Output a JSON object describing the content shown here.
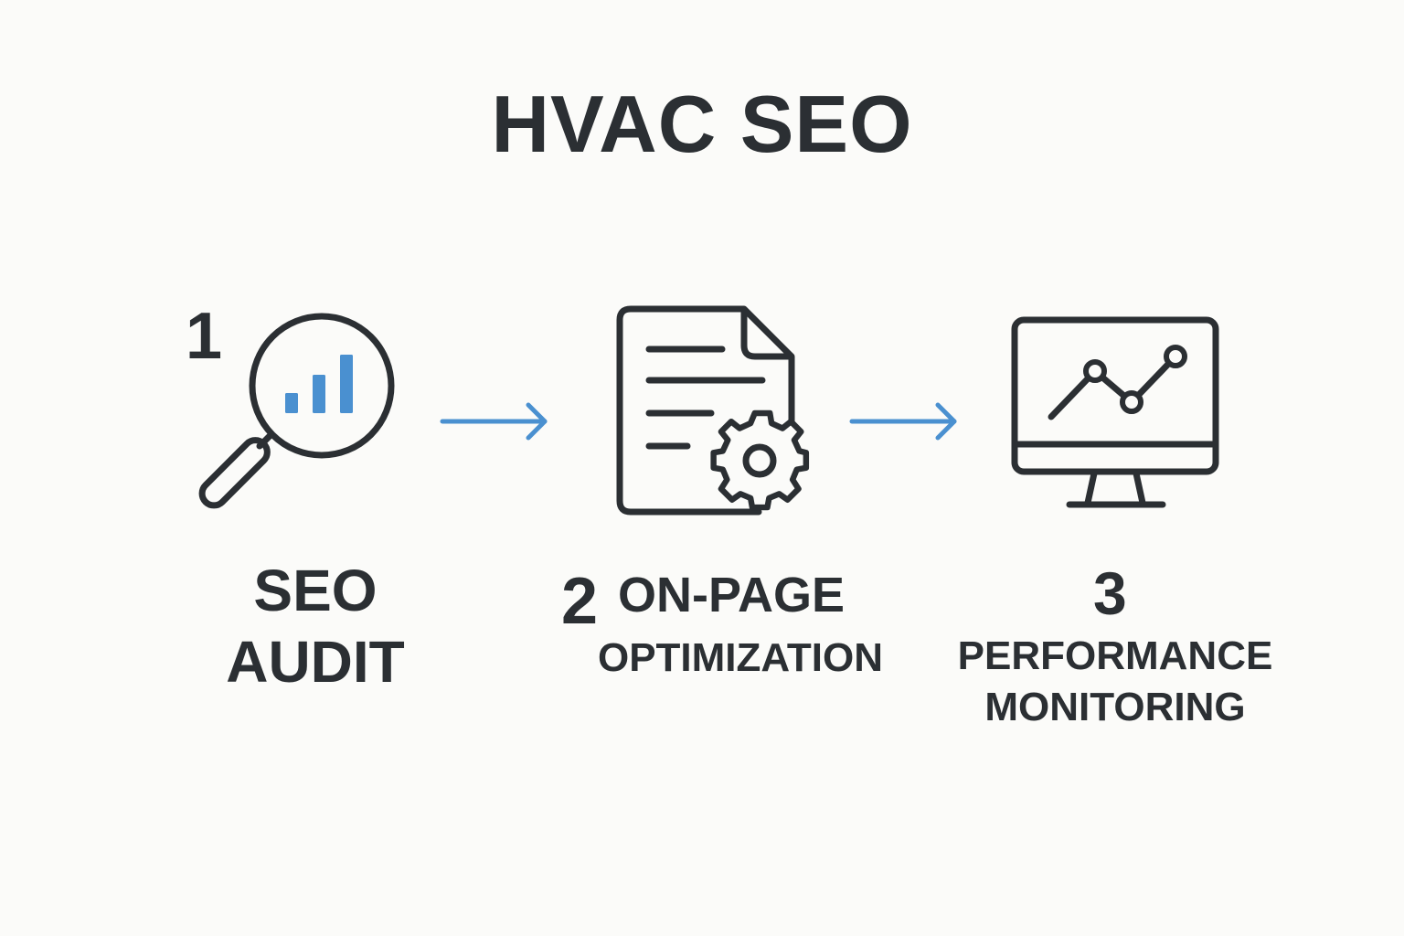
{
  "title": "HVAC SEO",
  "colors": {
    "background": "#fbfbf9",
    "ink": "#2b2f33",
    "accent": "#4a90d0"
  },
  "steps": [
    {
      "number": "1",
      "label_line1": "SEO",
      "label_line2": "AUDIT",
      "icon": "magnifier-bar-chart-icon"
    },
    {
      "number": "2",
      "label_line1": "ON-PAGE",
      "label_line2": "OPTIMIZATION",
      "icon": "document-gear-icon"
    },
    {
      "number": "3",
      "label_line1": "PERFORMANCE",
      "label_line2": "MONITORING",
      "icon": "monitor-line-chart-icon"
    }
  ]
}
